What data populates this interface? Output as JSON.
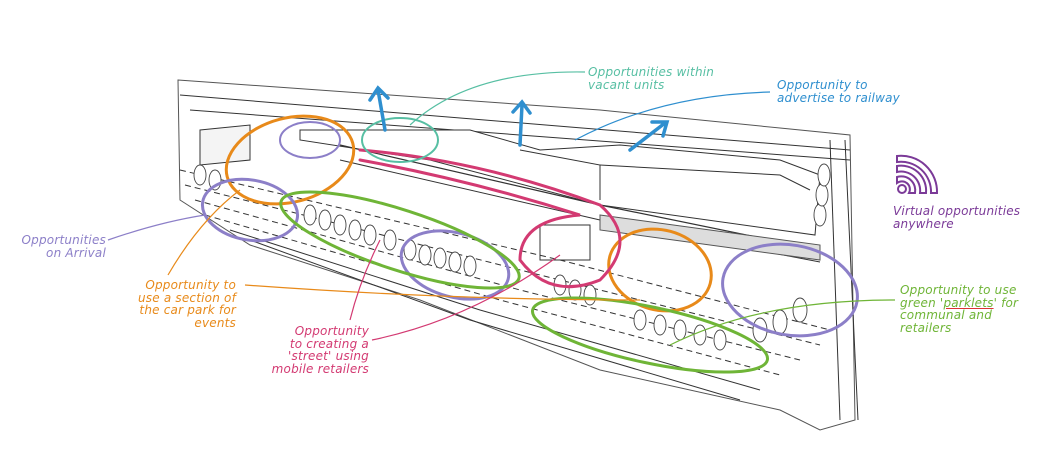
{
  "colors": {
    "arrival": "#8c7fc8",
    "events": "#e88a1a",
    "street": "#d33a72",
    "parklets": "#6fb537",
    "vacant": "#57bfa3",
    "railway": "#2f8fcf",
    "virtual": "#7b3a98",
    "sketch": "#333333"
  },
  "icons": {
    "virtual": "wifi-icon",
    "railway": "arrow-up-right-icon"
  },
  "labels": {
    "vacant_units": [
      "Opportunities within",
      "vacant units"
    ],
    "railway": [
      "Opportunity to",
      "advertise to railway"
    ],
    "virtual": [
      "Virtual opportunities",
      "anywhere"
    ],
    "arrival": [
      "Opportunities",
      "on Arrival"
    ],
    "car_park": [
      "Opportunity to",
      "use a section of",
      "the car park for",
      "events"
    ],
    "street": [
      "Opportunity",
      "to creating a",
      "'street' using",
      "mobile retailers"
    ],
    "parklets": {
      "line1": "Opportunity to use",
      "line2_before": "green '",
      "line2_underlined": "parklets",
      "line2_after": "' for",
      "line3": "communal and",
      "line4": "retailers"
    }
  }
}
